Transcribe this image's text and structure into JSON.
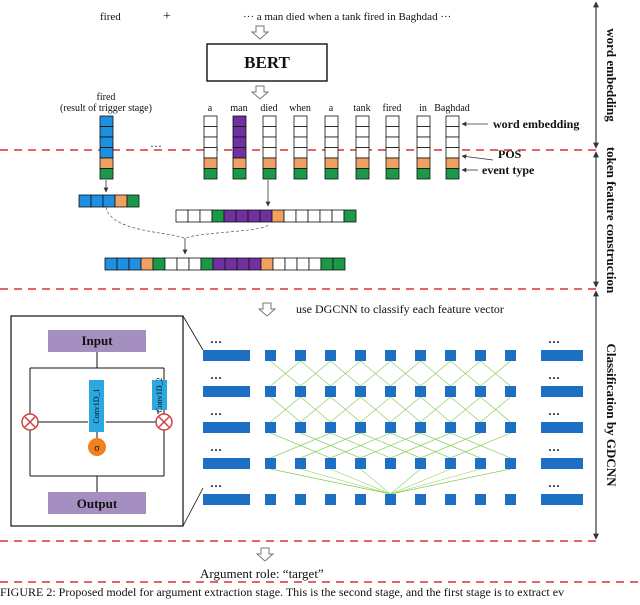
{
  "top": {
    "trigger_word": "fired",
    "plus": "+",
    "sentence": "··· a man died when a tank fired in Baghdad ···"
  },
  "bert_label": "BERT",
  "trigger": {
    "word": "fired",
    "note": "(result of trigger stage)"
  },
  "middle_dots": "···",
  "sentence_tokens": [
    "a",
    "man",
    "died",
    "when",
    "a",
    "tank",
    "fired",
    "in",
    "Baghdad"
  ],
  "labels": {
    "word_embedding": "word embedding",
    "pos": "POS",
    "event_type": "event type"
  },
  "sections": {
    "word_embedding": "word embedding",
    "token_feature": "token feature construction",
    "classification": "Classification by GDCNN"
  },
  "dgcnn_note": "use DGCNN to classify each feature vector",
  "gate": {
    "input": "Input",
    "output": "Output",
    "conv1": "Conv1D_1",
    "conv2": "Conv1D_2",
    "sigma": "σ"
  },
  "ellipsis": "···",
  "argument": "Argument role: “target”",
  "caption": "FIGURE 2: Proposed model for argument extraction stage. This is the second stage, and the first stage is to extract ev",
  "colors": {
    "blue": "#1f8fe0",
    "orange": "#f0a060",
    "green": "#1a9a48",
    "purple": "#7030a0",
    "layer_blue": "#1c6fc2",
    "arrow_green": "#8fcf60",
    "dash_red": "#e03030",
    "gate_box": "#a48fc0",
    "conv_box": "#2aa8e0",
    "sigma": "#f08020",
    "cross": "#d04040"
  }
}
